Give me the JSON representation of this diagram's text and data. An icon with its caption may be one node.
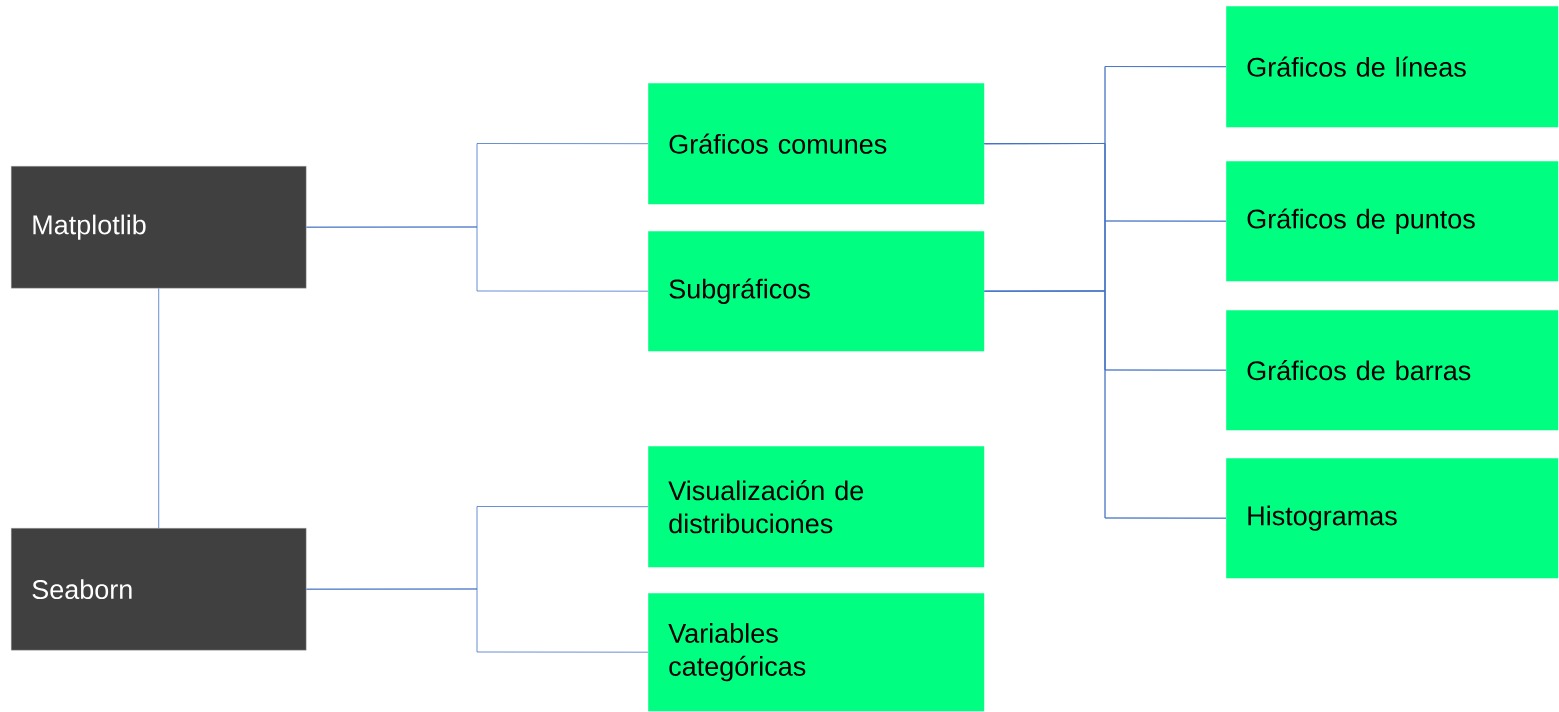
{
  "diagram": {
    "nodes": [
      {
        "text": [
          "Matplotlib"
        ]
      },
      {
        "text": [
          "Seaborn"
        ]
      },
      {
        "text": [
          "Gráficos comunes"
        ]
      },
      {
        "text": [
          "Subgráficos"
        ]
      },
      {
        "text": [
          "Visualización de distribuciones"
        ]
      },
      {
        "text": [
          "Variables categóricas"
        ]
      },
      {
        "text": [
          "Gráficos de líneas"
        ]
      },
      {
        "text": [
          "Gráficos de puntos"
        ]
      },
      {
        "text": [
          "Gráficos de barras"
        ]
      },
      {
        "text": [
          "Histogramas"
        ]
      }
    ],
    "edges": [
      {
        "from": 0,
        "to": 2,
        "arrow": "none"
      },
      {
        "from": 0,
        "to": 3,
        "arrow": "none"
      },
      {
        "from": 0,
        "to": 1,
        "arrow": "none"
      },
      {
        "from": 1,
        "to": 4,
        "arrow": "none"
      },
      {
        "from": 1,
        "to": 5,
        "arrow": "none"
      },
      {
        "from": 2,
        "to": 6,
        "arrow": "none"
      },
      {
        "from": 2,
        "to": 7,
        "arrow": "none"
      },
      {
        "from": 2,
        "to": 8,
        "arrow": "none"
      },
      {
        "from": 2,
        "to": 9,
        "arrow": "none"
      },
      {
        "from": 3,
        "to": 6,
        "arrow": "none"
      },
      {
        "from": 3,
        "to": 7,
        "arrow": "none"
      },
      {
        "from": 3,
        "to": 8,
        "arrow": "none"
      },
      {
        "from": 3,
        "to": 9,
        "arrow": "none"
      }
    ]
  }
}
